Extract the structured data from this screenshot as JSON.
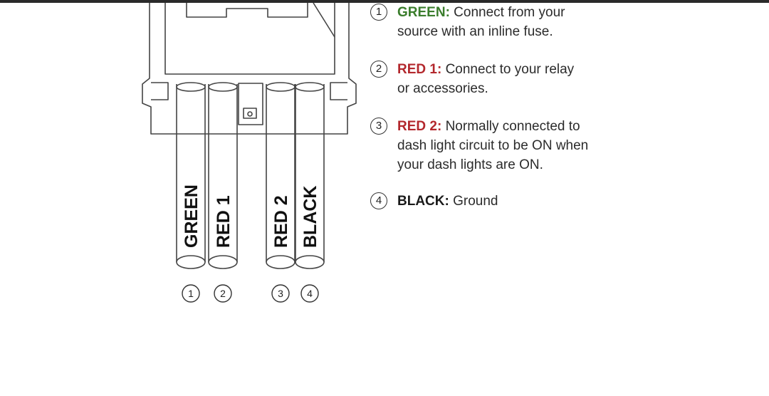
{
  "colors": {
    "green": "#3a7d2c",
    "red": "#b3282d",
    "black": "#1a1a1a",
    "stroke": "#444444"
  },
  "wires": [
    {
      "num": "1",
      "label": "GREEN"
    },
    {
      "num": "2",
      "label": "RED 1"
    },
    {
      "num": "3",
      "label": "RED 2"
    },
    {
      "num": "4",
      "label": "BLACK"
    }
  ],
  "legend": [
    {
      "num": "1",
      "key": "GREEN:",
      "key_color": "green",
      "line1": "Connect from your",
      "line2": "source with an inline fuse.",
      "line3": ""
    },
    {
      "num": "2",
      "key": "RED 1:",
      "key_color": "red",
      "line1": "Connect to your relay",
      "line2": "or accessories.",
      "line3": ""
    },
    {
      "num": "3",
      "key": "RED 2:",
      "key_color": "red",
      "line1": "Normally connected to",
      "line2": "dash light circuit to be ON when",
      "line3": "your dash lights are ON."
    },
    {
      "num": "4",
      "key": "BLACK:",
      "key_color": "black",
      "line1": "Ground",
      "line2": "",
      "line3": ""
    }
  ]
}
